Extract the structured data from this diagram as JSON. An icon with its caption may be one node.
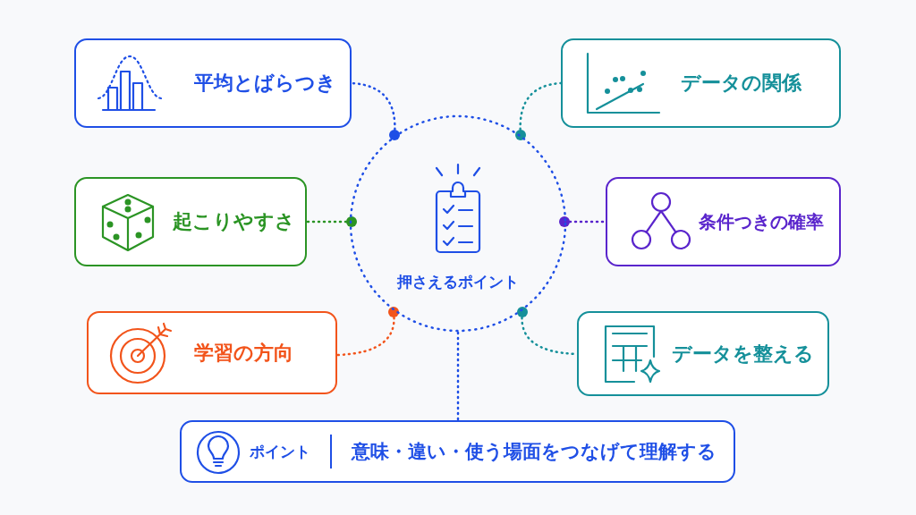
{
  "diagram": {
    "nodes": [
      {
        "text": [
          "押さえるポイント"
        ]
      },
      {
        "text": [
          "平均とばらつき"
        ]
      },
      {
        "text": [
          "データの関係"
        ]
      },
      {
        "text": [
          "起こりやすさ"
        ]
      },
      {
        "text": [
          "条件つきの確率"
        ]
      },
      {
        "text": [
          "学習の方向"
        ]
      },
      {
        "text": [
          "データを整える"
        ]
      },
      {
        "text": [
          "ポイント",
          "意味・違い・使う場面をつなげて理解する"
        ]
      }
    ],
    "edges": [
      {
        "from": 0,
        "to": 1,
        "arrow": "other",
        "style": "dashed",
        "color": "#1f4fe6"
      },
      {
        "from": 0,
        "to": 2,
        "arrow": "other",
        "style": "dashed",
        "color": "#15909a"
      },
      {
        "from": 0,
        "to": 3,
        "arrow": "other",
        "style": "dashed",
        "color": "#2b9424"
      },
      {
        "from": 0,
        "to": 4,
        "arrow": "other",
        "style": "dashed",
        "color": "#5a25cc"
      },
      {
        "from": 0,
        "to": 5,
        "arrow": "other",
        "style": "dashed",
        "color": "#f2541b"
      },
      {
        "from": 0,
        "to": 6,
        "arrow": "other",
        "style": "dashed",
        "color": "#15909a"
      },
      {
        "from": 0,
        "to": 7,
        "arrow": "none",
        "style": "dashed",
        "color": "#1f4fe6"
      }
    ]
  }
}
